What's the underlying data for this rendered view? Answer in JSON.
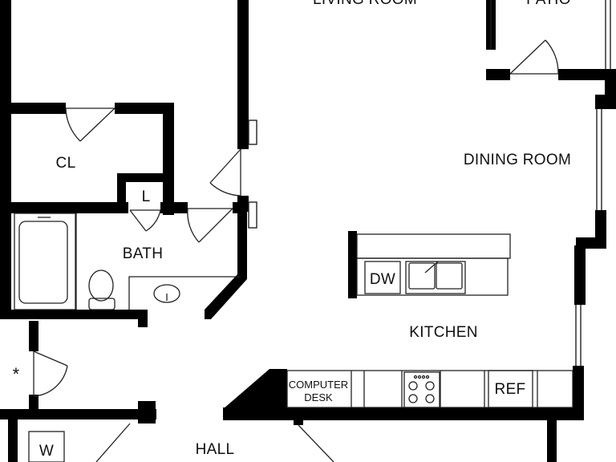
{
  "floorplan": {
    "rooms": {
      "living_room": "LIVING ROOM",
      "patio": "PATIO",
      "dining_room": "DINING ROOM",
      "closet": "CL",
      "linen": "L",
      "bath": "BATH",
      "kitchen": "KITCHEN",
      "hall": "HALL",
      "washer": "W"
    },
    "fixtures": {
      "dishwasher": "DW",
      "computer_desk_line1": "COMPUTER",
      "computer_desk_line2": "DESK",
      "refrigerator": "REF"
    },
    "symbols": {
      "note_marker": "*"
    },
    "colors": {
      "wall": "#000000",
      "line": "#222222",
      "background": "#ffffff"
    }
  }
}
